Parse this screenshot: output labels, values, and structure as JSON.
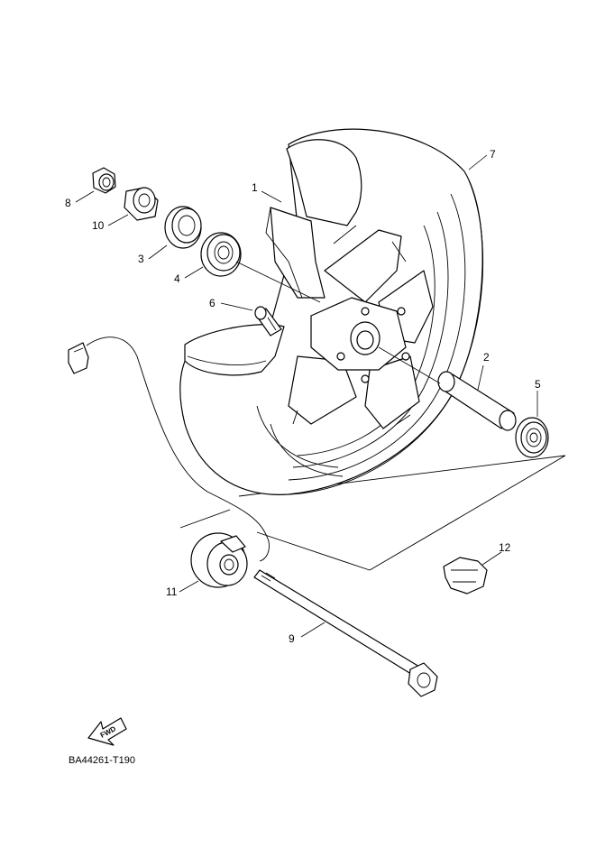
{
  "callouts": [
    {
      "id": "c1",
      "label": "1"
    },
    {
      "id": "c2",
      "label": "2"
    },
    {
      "id": "c3",
      "label": "3"
    },
    {
      "id": "c4",
      "label": "4"
    },
    {
      "id": "c5",
      "label": "5"
    },
    {
      "id": "c6",
      "label": "6"
    },
    {
      "id": "c7",
      "label": "7"
    },
    {
      "id": "c8",
      "label": "8"
    },
    {
      "id": "c9",
      "label": "9"
    },
    {
      "id": "c10",
      "label": "10"
    },
    {
      "id": "c11",
      "label": "11"
    },
    {
      "id": "c12",
      "label": "12"
    }
  ],
  "fwd_label": "FWD",
  "diagram_code": "BA44261-T190"
}
